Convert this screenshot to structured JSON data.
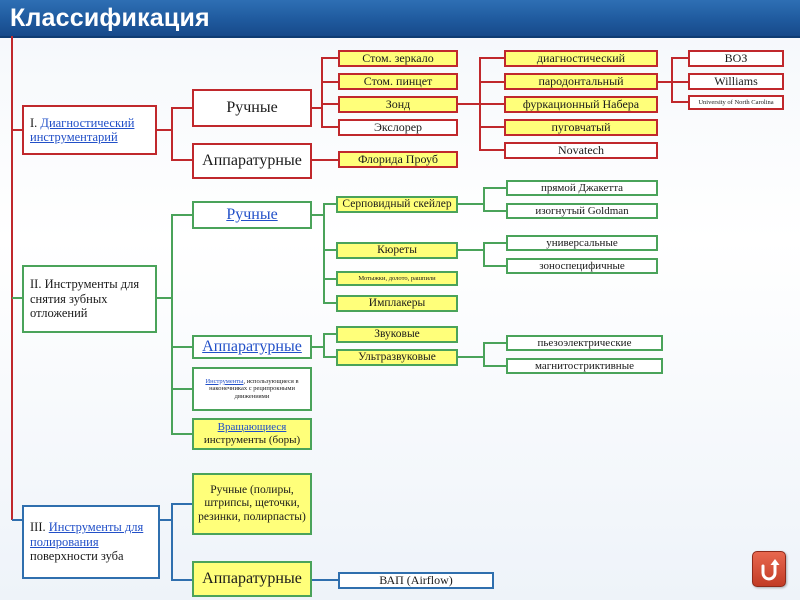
{
  "title": "Классификация",
  "sections": [
    {
      "label_prefix": "I. ",
      "label_link": "Диагностический инструментарий",
      "groups": [
        {
          "label": "Ручные",
          "items": [
            {
              "label": "Стом. зеркало",
              "children": [
                "диагностический"
              ]
            },
            {
              "label": "Стом. пинцет",
              "children": [
                "пародонтальный"
              ]
            },
            {
              "label": "Зонд",
              "children": [
                "фуркационный Набера"
              ]
            },
            {
              "label": "Экслорер",
              "children": [
                "пуговчатый"
              ]
            }
          ],
          "probe_types_extra": [
            "Novatech"
          ],
          "periodontal_probe_types": [
            "ВОЗ",
            "Williams",
            "University of North Carolina"
          ]
        },
        {
          "label": "Аппаратурные",
          "items": [
            {
              "label": "Флорида Проуб"
            }
          ]
        }
      ]
    },
    {
      "label": "II. Инструменты для снятия зубных отложений",
      "groups": [
        {
          "label": "Ручные",
          "items": [
            {
              "label": "Серповидный скейлер",
              "children": [
                "прямой Джакетта",
                "изогнутый Goldman"
              ]
            },
            {
              "label": "Кюреты",
              "children": [
                "универсальные",
                "зоноспецифичные"
              ]
            },
            {
              "label": "Мотыжки, долото, рашпили"
            },
            {
              "label": "Имплакеры"
            }
          ]
        },
        {
          "label": "Аппаратурные",
          "items": [
            {
              "label": "Звуковые"
            },
            {
              "label": "Ультразвуковые",
              "children": [
                "пьезоэлектрические",
                "магнитостриктивные"
              ]
            }
          ]
        },
        {
          "label_link": "Инструменты",
          "label_rest": ", использующиеся в наконечниках с реципрокными движениями"
        },
        {
          "label_link": "Вращающиеся",
          "label_rest": " инструменты (боры)"
        }
      ]
    },
    {
      "label_prefix": "III. ",
      "label_link": "Инструменты для полирования",
      "label_rest": " поверхности зуба",
      "groups": [
        {
          "label": "Ручные (полиры, штрипсы, щеточки, резинки, полирпасты)"
        },
        {
          "label": "Аппаратурные",
          "items": [
            {
              "label": "ВАП (Airflow)"
            }
          ]
        }
      ]
    }
  ]
}
